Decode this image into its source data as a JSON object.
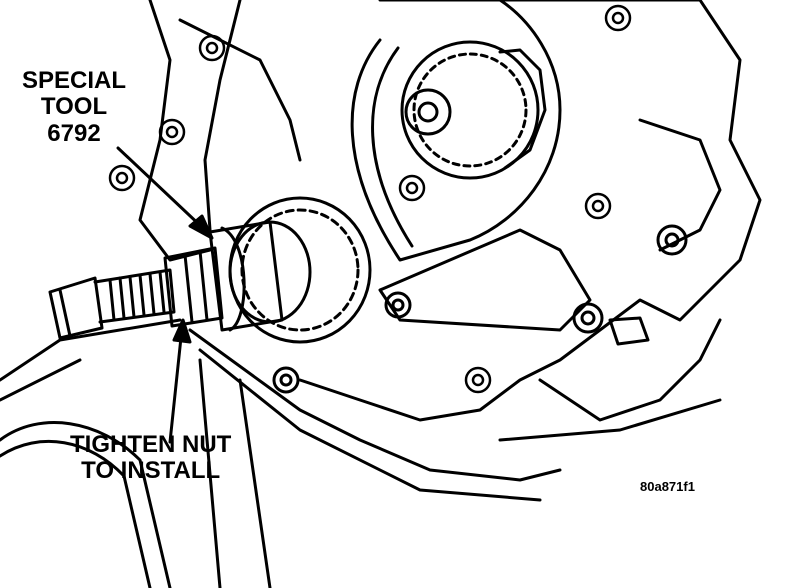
{
  "callouts": {
    "special_tool": {
      "line1": "SPECIAL",
      "line2": "TOOL",
      "line3": "6792"
    },
    "tighten_nut": {
      "line1": "TIGHTEN NUT",
      "line2": "TO INSTALL"
    }
  },
  "figure_code": "80a871f1",
  "colors": {
    "ink": "#000000",
    "paper": "#ffffff"
  }
}
